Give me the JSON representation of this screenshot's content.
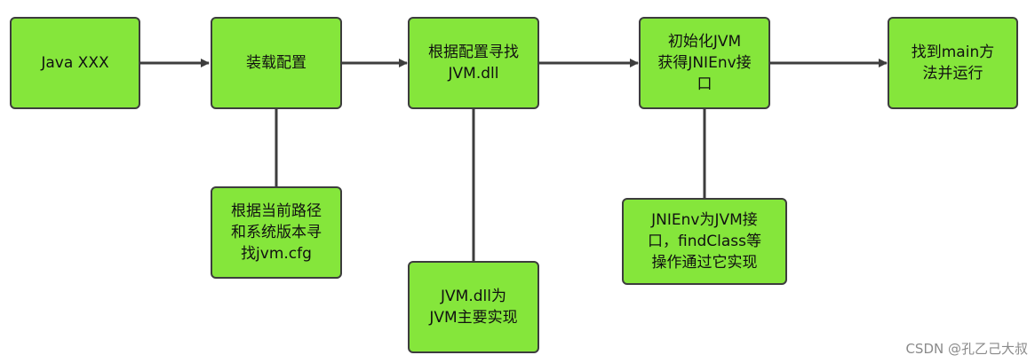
{
  "diagram": {
    "main_flow": [
      {
        "id": "n1",
        "text": "Java XXX"
      },
      {
        "id": "n2",
        "text": "装载配置"
      },
      {
        "id": "n3",
        "text": "根据配置寻找\nJVM.dll"
      },
      {
        "id": "n4",
        "text": "初始化JVM\n获得JNIEnv接\n口"
      },
      {
        "id": "n5",
        "text": "找到main方\n法并运行"
      }
    ],
    "notes": [
      {
        "id": "c2",
        "attached_to": "n2",
        "text": "根据当前路径\n和系统版本寻\n找jvm.cfg"
      },
      {
        "id": "c3",
        "attached_to": "n3",
        "text": "JVM.dll为\nJVM主要实现"
      },
      {
        "id": "c4",
        "attached_to": "n4",
        "text": "JNIEnv为JVM接\n口，findClass等\n操作通过它实现"
      }
    ]
  },
  "colors": {
    "box_fill": "#85e63b",
    "box_border": "#3d3d3d",
    "line": "#3d3d3d"
  },
  "watermark": "CSDN @孔乙己大叔"
}
